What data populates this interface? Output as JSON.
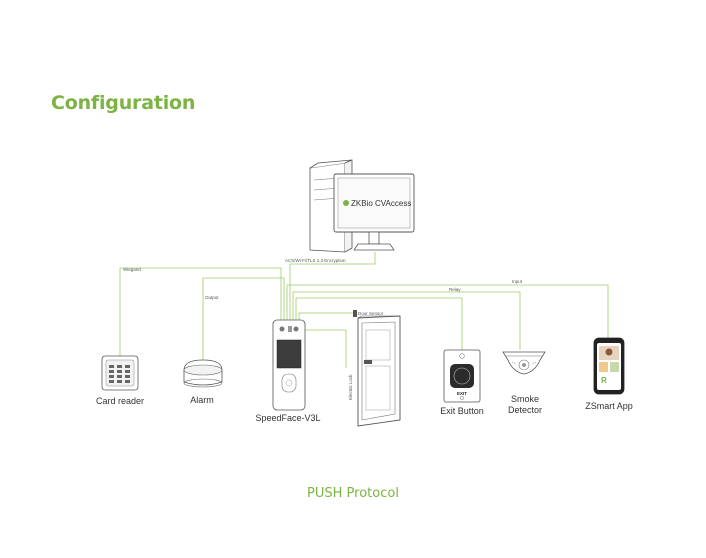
{
  "header": {
    "title": "Configuration"
  },
  "footer": {
    "protocol": "PUSH Protocol"
  },
  "software": {
    "name": "ZKBio CVAccess"
  },
  "wires": {
    "tcp": "ACS/Wi-Fi/TLS 1.3 Encryption",
    "wiegand": "Wiegand",
    "output": "Output",
    "door_sensor": "Door Sensor",
    "relay": "Relay",
    "input": "Input",
    "electric_lock": "Electric Lock"
  },
  "devices": {
    "card_reader": "Card reader",
    "alarm": "Alarm",
    "terminal": "SpeedFace-V3L",
    "exit_button": "Exit Button",
    "exit_text": "EXIT",
    "smoke_line1": "Smoke",
    "smoke_line2": "Detector",
    "app": "ZSmart App"
  },
  "colors": {
    "accent": "#7cb342",
    "wire": "#9ccc65"
  }
}
